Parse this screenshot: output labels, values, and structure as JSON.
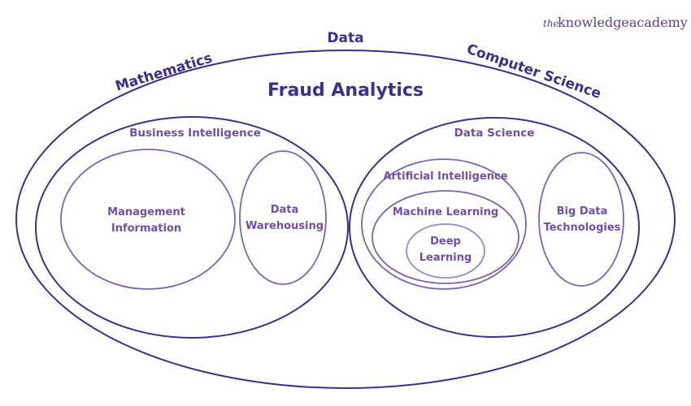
{
  "logo": {
    "prefix": "the",
    "name": "knowledgeacademy"
  },
  "outer_labels": {
    "top": "Data",
    "left": "Mathematics",
    "right": "Computer Science"
  },
  "title": "Fraud Analytics",
  "business_intelligence": {
    "label": "Business Intelligence",
    "management_information": [
      "Management",
      "Information"
    ],
    "data_warehousing": [
      "Data",
      "Warehousing"
    ]
  },
  "data_science": {
    "label": "Data Science",
    "artificial_intelligence": "Artificial Intelligence",
    "machine_learning": "Machine Learning",
    "deep_learning": [
      "Deep",
      "Learning"
    ],
    "big_data": [
      "Big Data",
      "Technologies"
    ]
  },
  "colors": {
    "outline": "#3f2d8f",
    "inner": "#7d62b5"
  }
}
